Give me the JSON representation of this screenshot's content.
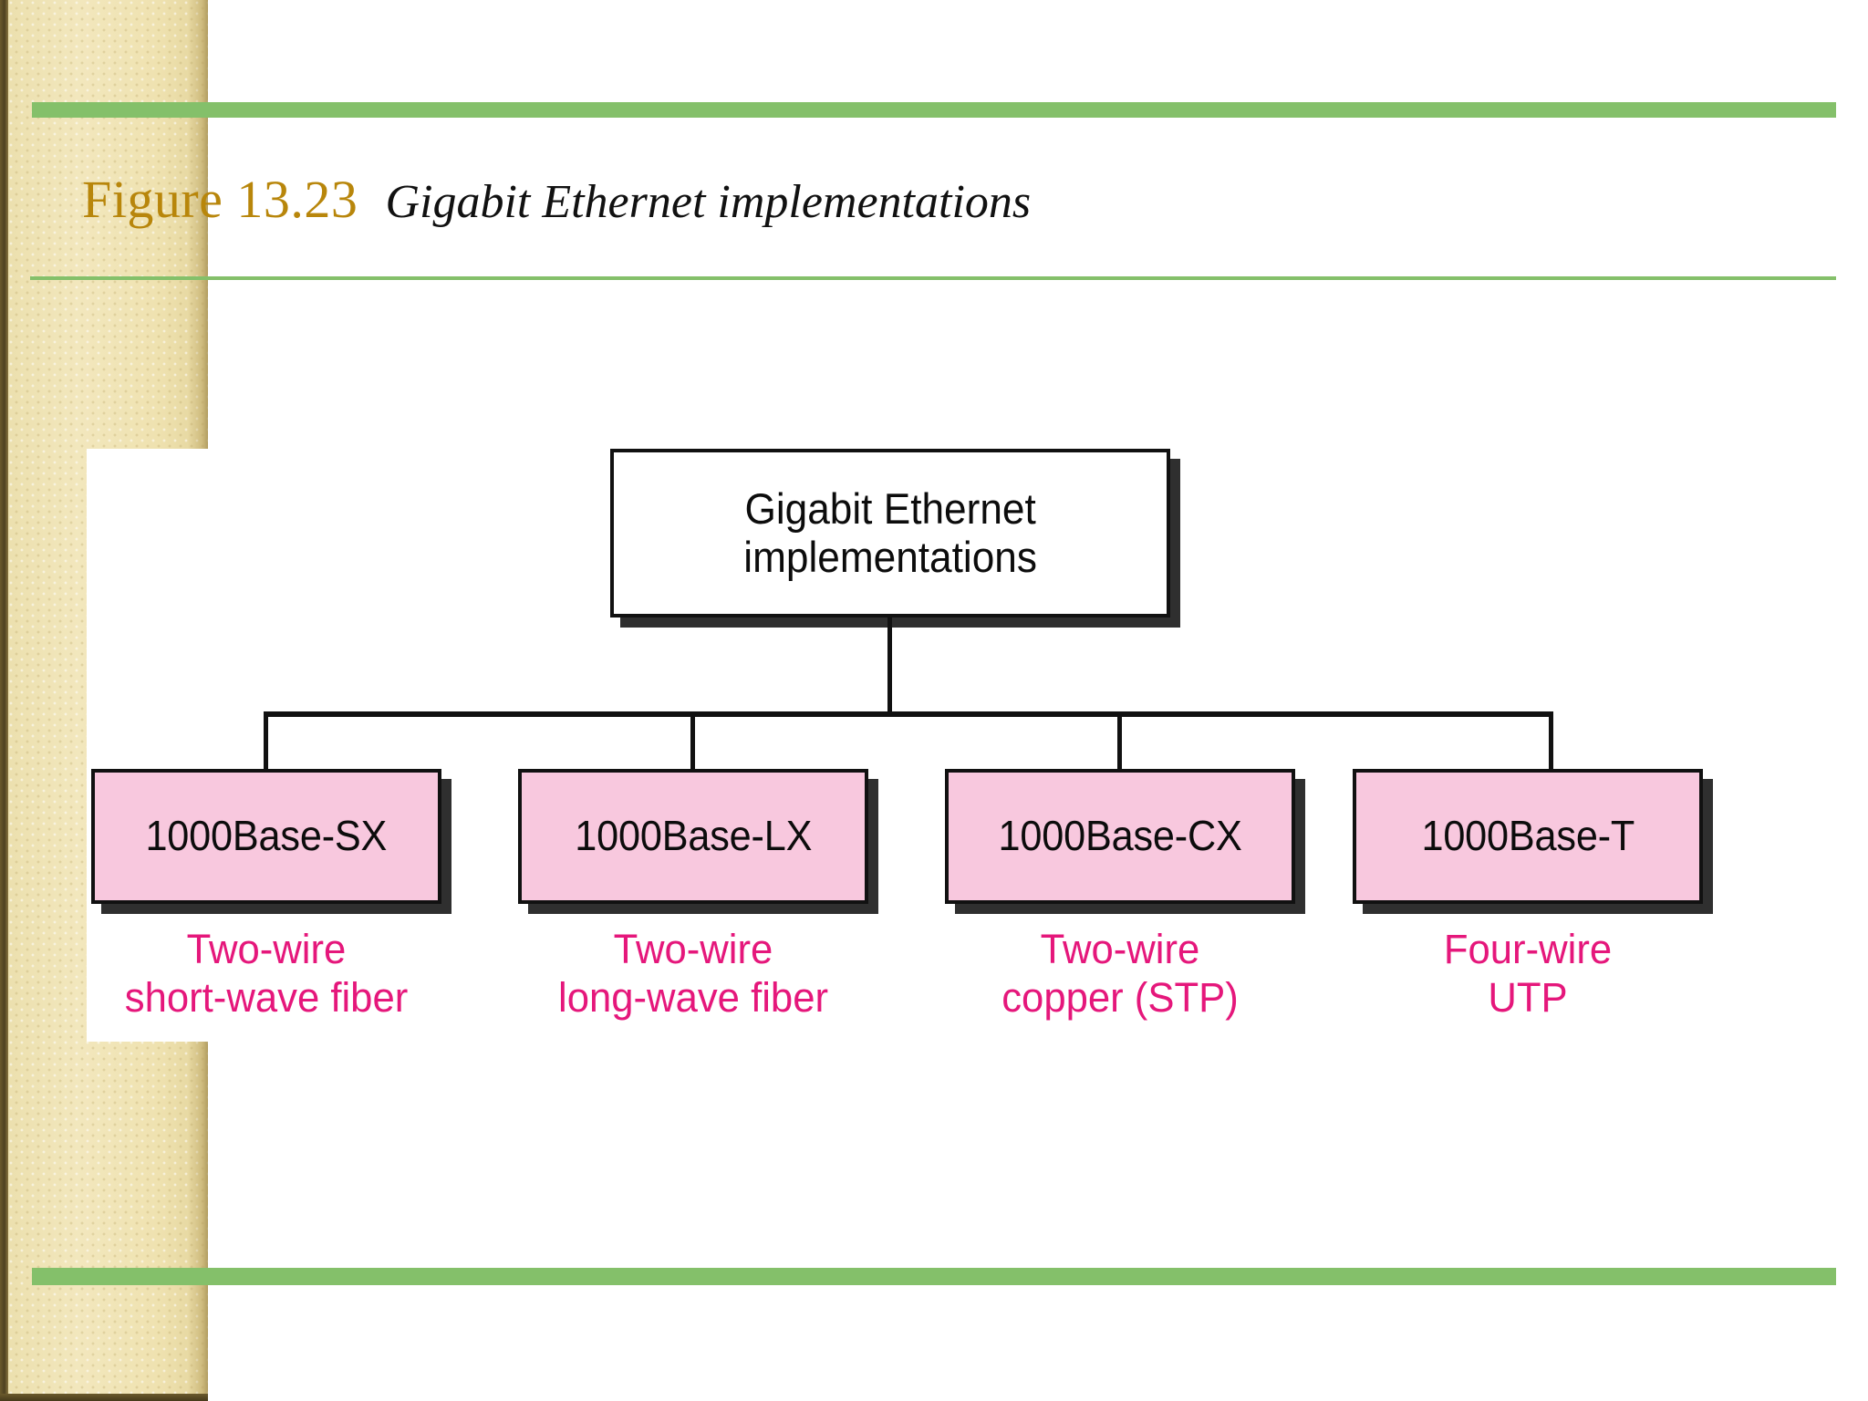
{
  "figure": {
    "number_label": "Figure 13.23",
    "title": "Gigabit Ethernet implementations"
  },
  "colors": {
    "band": "#efe3b5",
    "band_edge": "#4e4120",
    "rule_green": "#84c06a",
    "fignum_gold": "#b8860b",
    "node_border": "#111111",
    "node_shadow": "#2f2f2f",
    "leaf_fill": "#f8c8de",
    "caption_magenta": "#e5177b"
  },
  "diagram": {
    "type": "tree",
    "root": {
      "label": "Gigabit Ethernet\nimplementations",
      "line1": "Gigabit Ethernet",
      "line2": "implementations"
    },
    "children": [
      {
        "label": "1000Base-SX",
        "caption": "Two-wire\nshort-wave fiber",
        "caption_line1": "Two-wire",
        "caption_line2": "short-wave fiber"
      },
      {
        "label": "1000Base-LX",
        "caption": "Two-wire\nlong-wave fiber",
        "caption_line1": "Two-wire",
        "caption_line2": "long-wave fiber"
      },
      {
        "label": "1000Base-CX",
        "caption": "Two-wire\ncopper (STP)",
        "caption_line1": "Two-wire",
        "caption_line2": "copper (STP)"
      },
      {
        "label": "1000Base-T",
        "caption": "Four-wire\nUTP",
        "caption_line1": "Four-wire",
        "caption_line2": "UTP"
      }
    ]
  }
}
